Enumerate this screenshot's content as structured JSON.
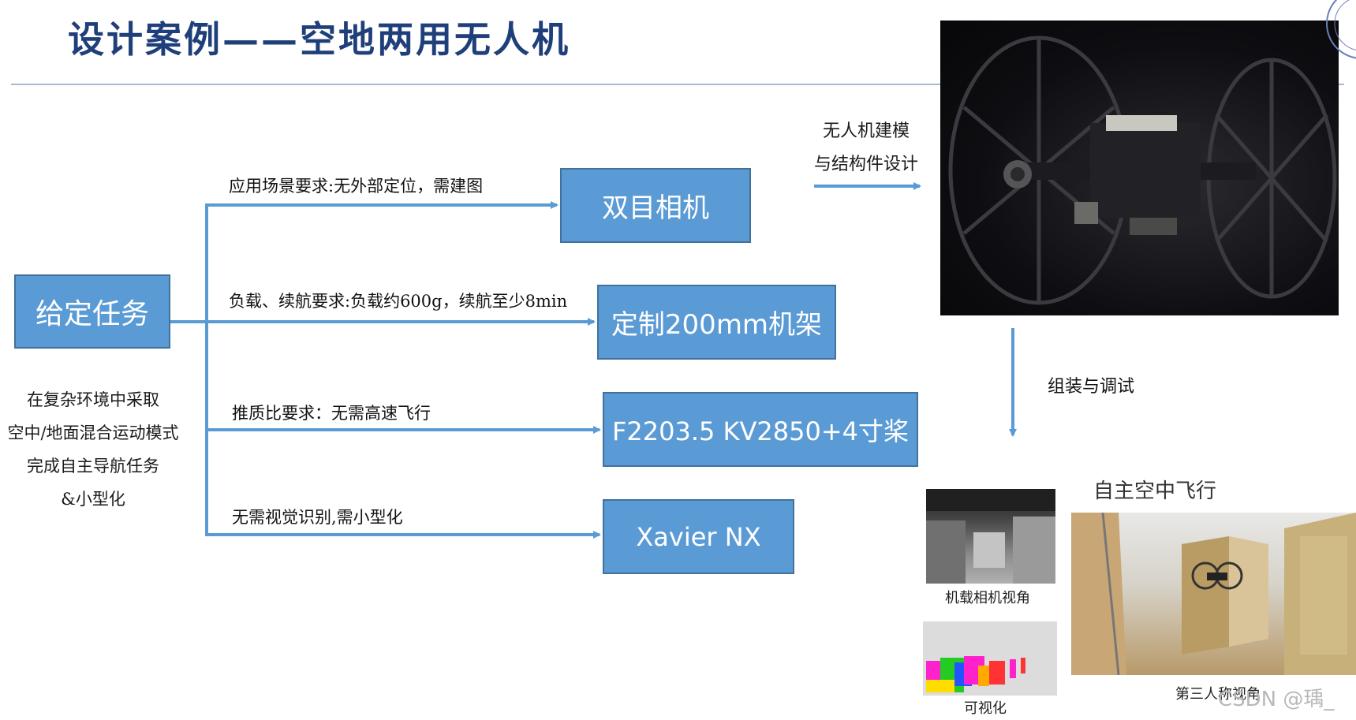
{
  "title": "设计案例——空地两用无人机",
  "task_box": "给定任务",
  "task_description": [
    "在复杂环境中采取",
    "空中/地面混合运动模式",
    "完成自主导航任务",
    "&小型化"
  ],
  "branches": [
    {
      "requirement": "应用场景要求:无外部定位，需建图",
      "result": "双目相机"
    },
    {
      "requirement": "负载、续航要求:负载约600g，续航至少8min",
      "result": "定制200mm机架"
    },
    {
      "requirement": "推质比要求：无需高速飞行",
      "result": "F2203.5 KV2850+4寸桨"
    },
    {
      "requirement": "无需视觉识别,需小型化",
      "result": "Xavier NX"
    }
  ],
  "modeling_label": [
    "无人机建模",
    "与结构件设计"
  ],
  "assembly_label": "组装与调试",
  "flight_title": "自主空中飞行",
  "captions": {
    "onboard": "机载相机视角",
    "visualization": "可视化",
    "third_person": "第三人称视角"
  },
  "watermark": "CSDN @瑀_",
  "colors": {
    "box_fill": "#5b9bd5",
    "box_border": "#41719c",
    "arrow": "#5b9bd5",
    "title": "#1f3f7a"
  }
}
